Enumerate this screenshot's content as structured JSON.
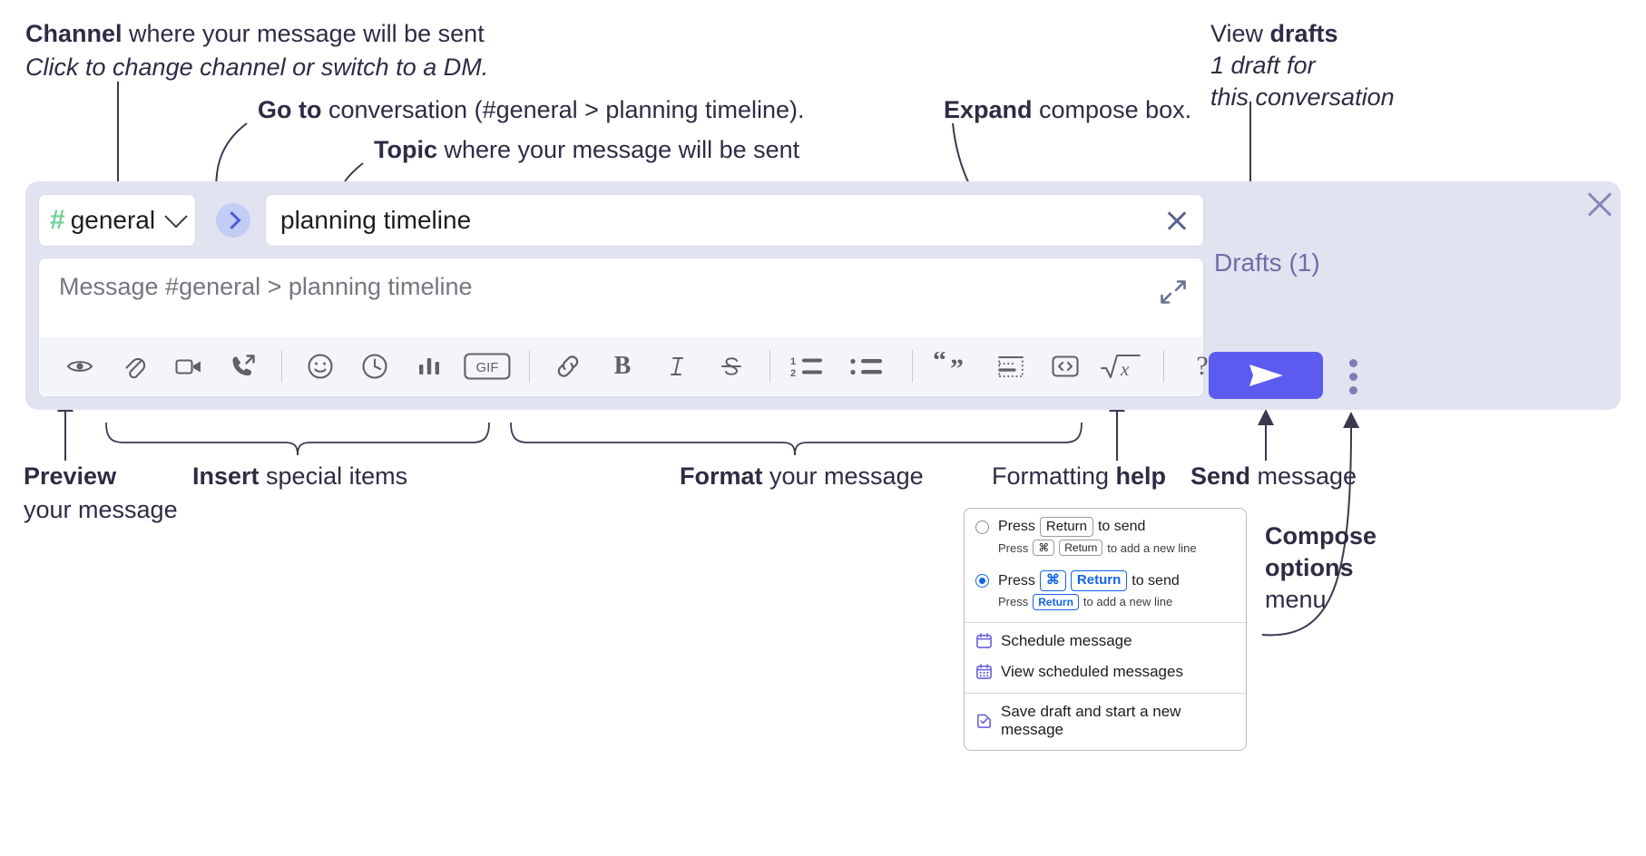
{
  "annotations": {
    "channel": {
      "bold": "Channel",
      "rest": " where your message will be sent",
      "sub": "Click to change channel or switch to a DM."
    },
    "goto": {
      "bold": "Go to",
      "rest": " conversation (#general > planning timeline)."
    },
    "topic": {
      "bold": "Topic",
      "rest": " where your message will be sent"
    },
    "expand": {
      "bold": "Expand",
      "rest": " compose box."
    },
    "drafts": {
      "pre": "View ",
      "bold": "drafts",
      "sub1": "1 draft for",
      "sub2": "this conversation"
    },
    "preview": {
      "bold": "Preview",
      "sub": "your message"
    },
    "insert": {
      "bold": "Insert",
      "rest": " special items"
    },
    "format": {
      "bold": "Format",
      "rest": " your message"
    },
    "help": {
      "pre": "Formatting ",
      "bold": "help"
    },
    "send": {
      "bold": "Send",
      "rest": " message"
    },
    "compose_options": {
      "bold1": "Compose",
      "bold2": "options",
      "rest": "menu"
    }
  },
  "compose": {
    "channel_name": "general",
    "hash_symbol": "#",
    "topic_value": "planning timeline",
    "message_placeholder": "Message #general > planning timeline",
    "drafts_label": "Drafts (1)",
    "toolbar": [
      {
        "name": "preview-icon",
        "label": "Preview"
      },
      {
        "name": "attachment-icon",
        "label": "Attach file"
      },
      {
        "name": "video-icon",
        "label": "Video clip"
      },
      {
        "name": "audio-call-icon",
        "label": "Audio clip"
      },
      {
        "name": "separator",
        "label": ""
      },
      {
        "name": "emoji-icon",
        "label": "Emoji"
      },
      {
        "name": "reminder-clock-icon",
        "label": "Reminder"
      },
      {
        "name": "poll-icon",
        "label": "Poll"
      },
      {
        "name": "gif-icon",
        "label": "GIF"
      },
      {
        "name": "separator",
        "label": ""
      },
      {
        "name": "link-icon",
        "label": "Link"
      },
      {
        "name": "bold-icon",
        "label": "B"
      },
      {
        "name": "italic-icon",
        "label": "I"
      },
      {
        "name": "strikethrough-icon",
        "label": "S"
      },
      {
        "name": "separator",
        "label": ""
      },
      {
        "name": "ordered-list-icon",
        "label": "Ordered list"
      },
      {
        "name": "bulleted-list-icon",
        "label": "Bulleted list"
      },
      {
        "name": "separator",
        "label": ""
      },
      {
        "name": "blockquote-icon",
        "label": "Blockquote"
      },
      {
        "name": "code-block-icon",
        "label": "Code block"
      },
      {
        "name": "code-icon",
        "label": "Code"
      },
      {
        "name": "math-icon",
        "label": "Math"
      },
      {
        "name": "separator",
        "label": ""
      },
      {
        "name": "formatting-help-icon",
        "label": "?"
      }
    ]
  },
  "compose_menu": {
    "option1": {
      "press": "Press",
      "key": "Return",
      "suffix": "to send",
      "sub_press": "Press",
      "sub_key1": "⌘",
      "sub_key2": "Return",
      "sub_suffix": "to add a new line",
      "selected": false
    },
    "option2": {
      "press": "Press",
      "key1": "⌘",
      "key2": "Return",
      "suffix": "to send",
      "sub_press": "Press",
      "sub_key": "Return",
      "sub_suffix": "to add a new line",
      "selected": true
    },
    "items": [
      {
        "icon": "calendar-schedule-icon",
        "label": "Schedule message"
      },
      {
        "icon": "calendar-grid-icon",
        "label": "View scheduled messages"
      },
      {
        "icon": "save-draft-icon",
        "label": "Save draft and start a new message"
      }
    ]
  },
  "colors": {
    "panel_bg": "#e2e3f0",
    "send_btn": "#5b5bf0",
    "hash_green": "#6fcf97",
    "goto_circle": "#c2ccf5",
    "drafts_text": "#6b6fa8",
    "accent_blue": "#1264e8"
  }
}
